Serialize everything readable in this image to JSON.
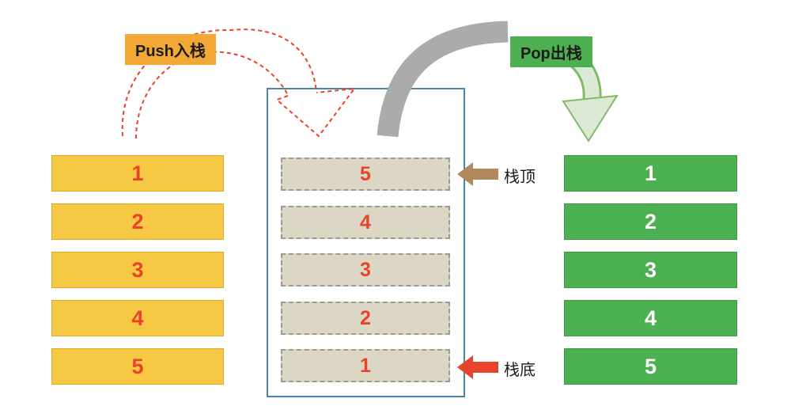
{
  "diagram": {
    "title": "stack-push-pop-diagram",
    "push_label": "Push入栈",
    "pop_label": "Pop出栈",
    "stack_top_label": "栈顶",
    "stack_bottom_label": "栈底"
  },
  "left_stack": {
    "items": [
      "1",
      "2",
      "3",
      "4",
      "5"
    ]
  },
  "middle_stack": {
    "items": [
      "5",
      "4",
      "3",
      "2",
      "1"
    ]
  },
  "right_stack": {
    "items": [
      "1",
      "2",
      "3",
      "4",
      "5"
    ]
  },
  "colors": {
    "push_label_bg": "#F2A736",
    "pop_label_bg": "#4CAF50",
    "left_box_bg": "#F7C843",
    "middle_box_bg": "#DCD6C4",
    "right_box_bg": "#4CAF50",
    "number_red": "#E8432D",
    "number_white": "#FFFFFF",
    "container_border": "#4A86A3",
    "push_arrow_red": "#E8432D",
    "pop_arrow_gray": "#ABABAB",
    "pop_arrow_green_fill": "#DCEAD5",
    "pop_arrow_green_outline": "#82BA6C",
    "stack_top_arrow": "#B3885D",
    "stack_bottom_arrow": "#E8432D"
  }
}
